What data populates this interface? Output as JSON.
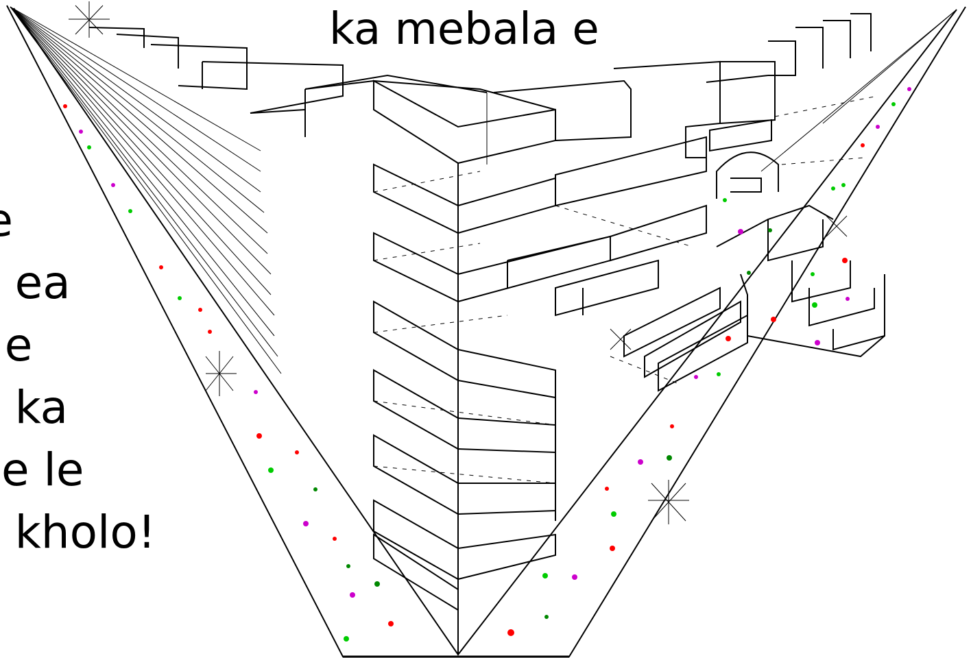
{
  "slide": {
    "title": "ka mebala e",
    "side_lines": [
      "e",
      "le",
      "e ea",
      ") e",
      "e ka",
      ", e le",
      "e kholo!"
    ]
  },
  "drawing": {
    "kind": "three-point perspective line drawing of buildings, stairs and street",
    "line_color": "#000000",
    "dot_colors": [
      "#ff0000",
      "#00cc00",
      "#cc00cc",
      "#008800"
    ]
  }
}
